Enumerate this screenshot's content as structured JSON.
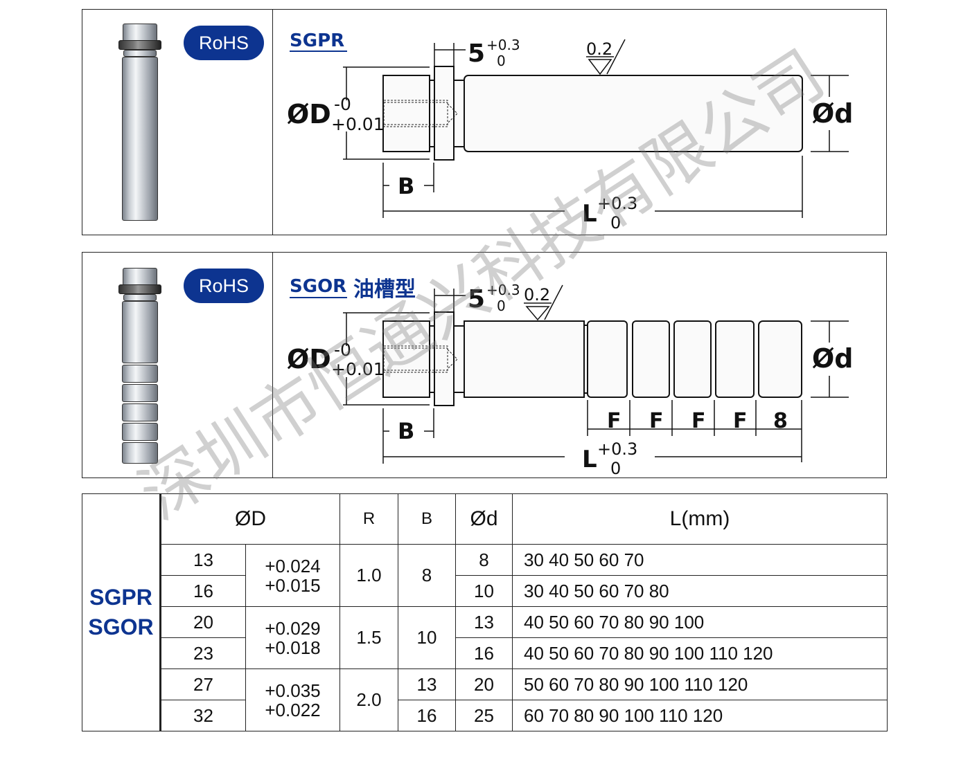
{
  "panels": [
    {
      "badge": "RoHS",
      "title": "SGPR",
      "title_suffix": ""
    },
    {
      "badge": "RoHS",
      "title": "SGOR",
      "title_suffix": "油槽型"
    }
  ],
  "dims": {
    "D": "ØD",
    "D_upper": "-0",
    "D_lower": "+0.01",
    "d": "Ød",
    "B": "B",
    "L": "L",
    "L_upper": "+0.3",
    "L_lower": "0",
    "flange": "5",
    "flange_upper": "+0.3",
    "flange_lower": "0",
    "roughness": "0.2",
    "F": "F",
    "end": "8"
  },
  "table": {
    "series": [
      "SGPR",
      "SGOR"
    ],
    "headers": {
      "D": "ØD",
      "R": "R",
      "B": "B",
      "d": "Ød",
      "L": "L(mm)"
    },
    "rows": [
      {
        "D": "13",
        "tol_upper": "+0.024",
        "tol_lower": "+0.015",
        "R": "1.0",
        "B": "8",
        "d": "8",
        "L": "30  40 50 60 70"
      },
      {
        "D": "16",
        "d": "10",
        "L": "30  40 50 60 70 80"
      },
      {
        "D": "20",
        "tol_upper": "+0.029",
        "tol_lower": "+0.018",
        "R": "1.5",
        "B": "10",
        "d": "13",
        "L": "40 50 60 70 80 90 100"
      },
      {
        "D": "23",
        "d": "16",
        "L": "40 50 60 70 80 90 100 110 120"
      },
      {
        "D": "27",
        "tol_upper": "+0.035",
        "tol_lower": "+0.022",
        "R": "2.0",
        "B": "13",
        "d": "20",
        "L": " 50 60 70 80 90 100 110 120"
      },
      {
        "D": "32",
        "B": "16",
        "d": "25",
        "L": " 60 70 80 90 100 110 120"
      }
    ]
  },
  "watermark": "深圳市恒通兴科技有限公司"
}
